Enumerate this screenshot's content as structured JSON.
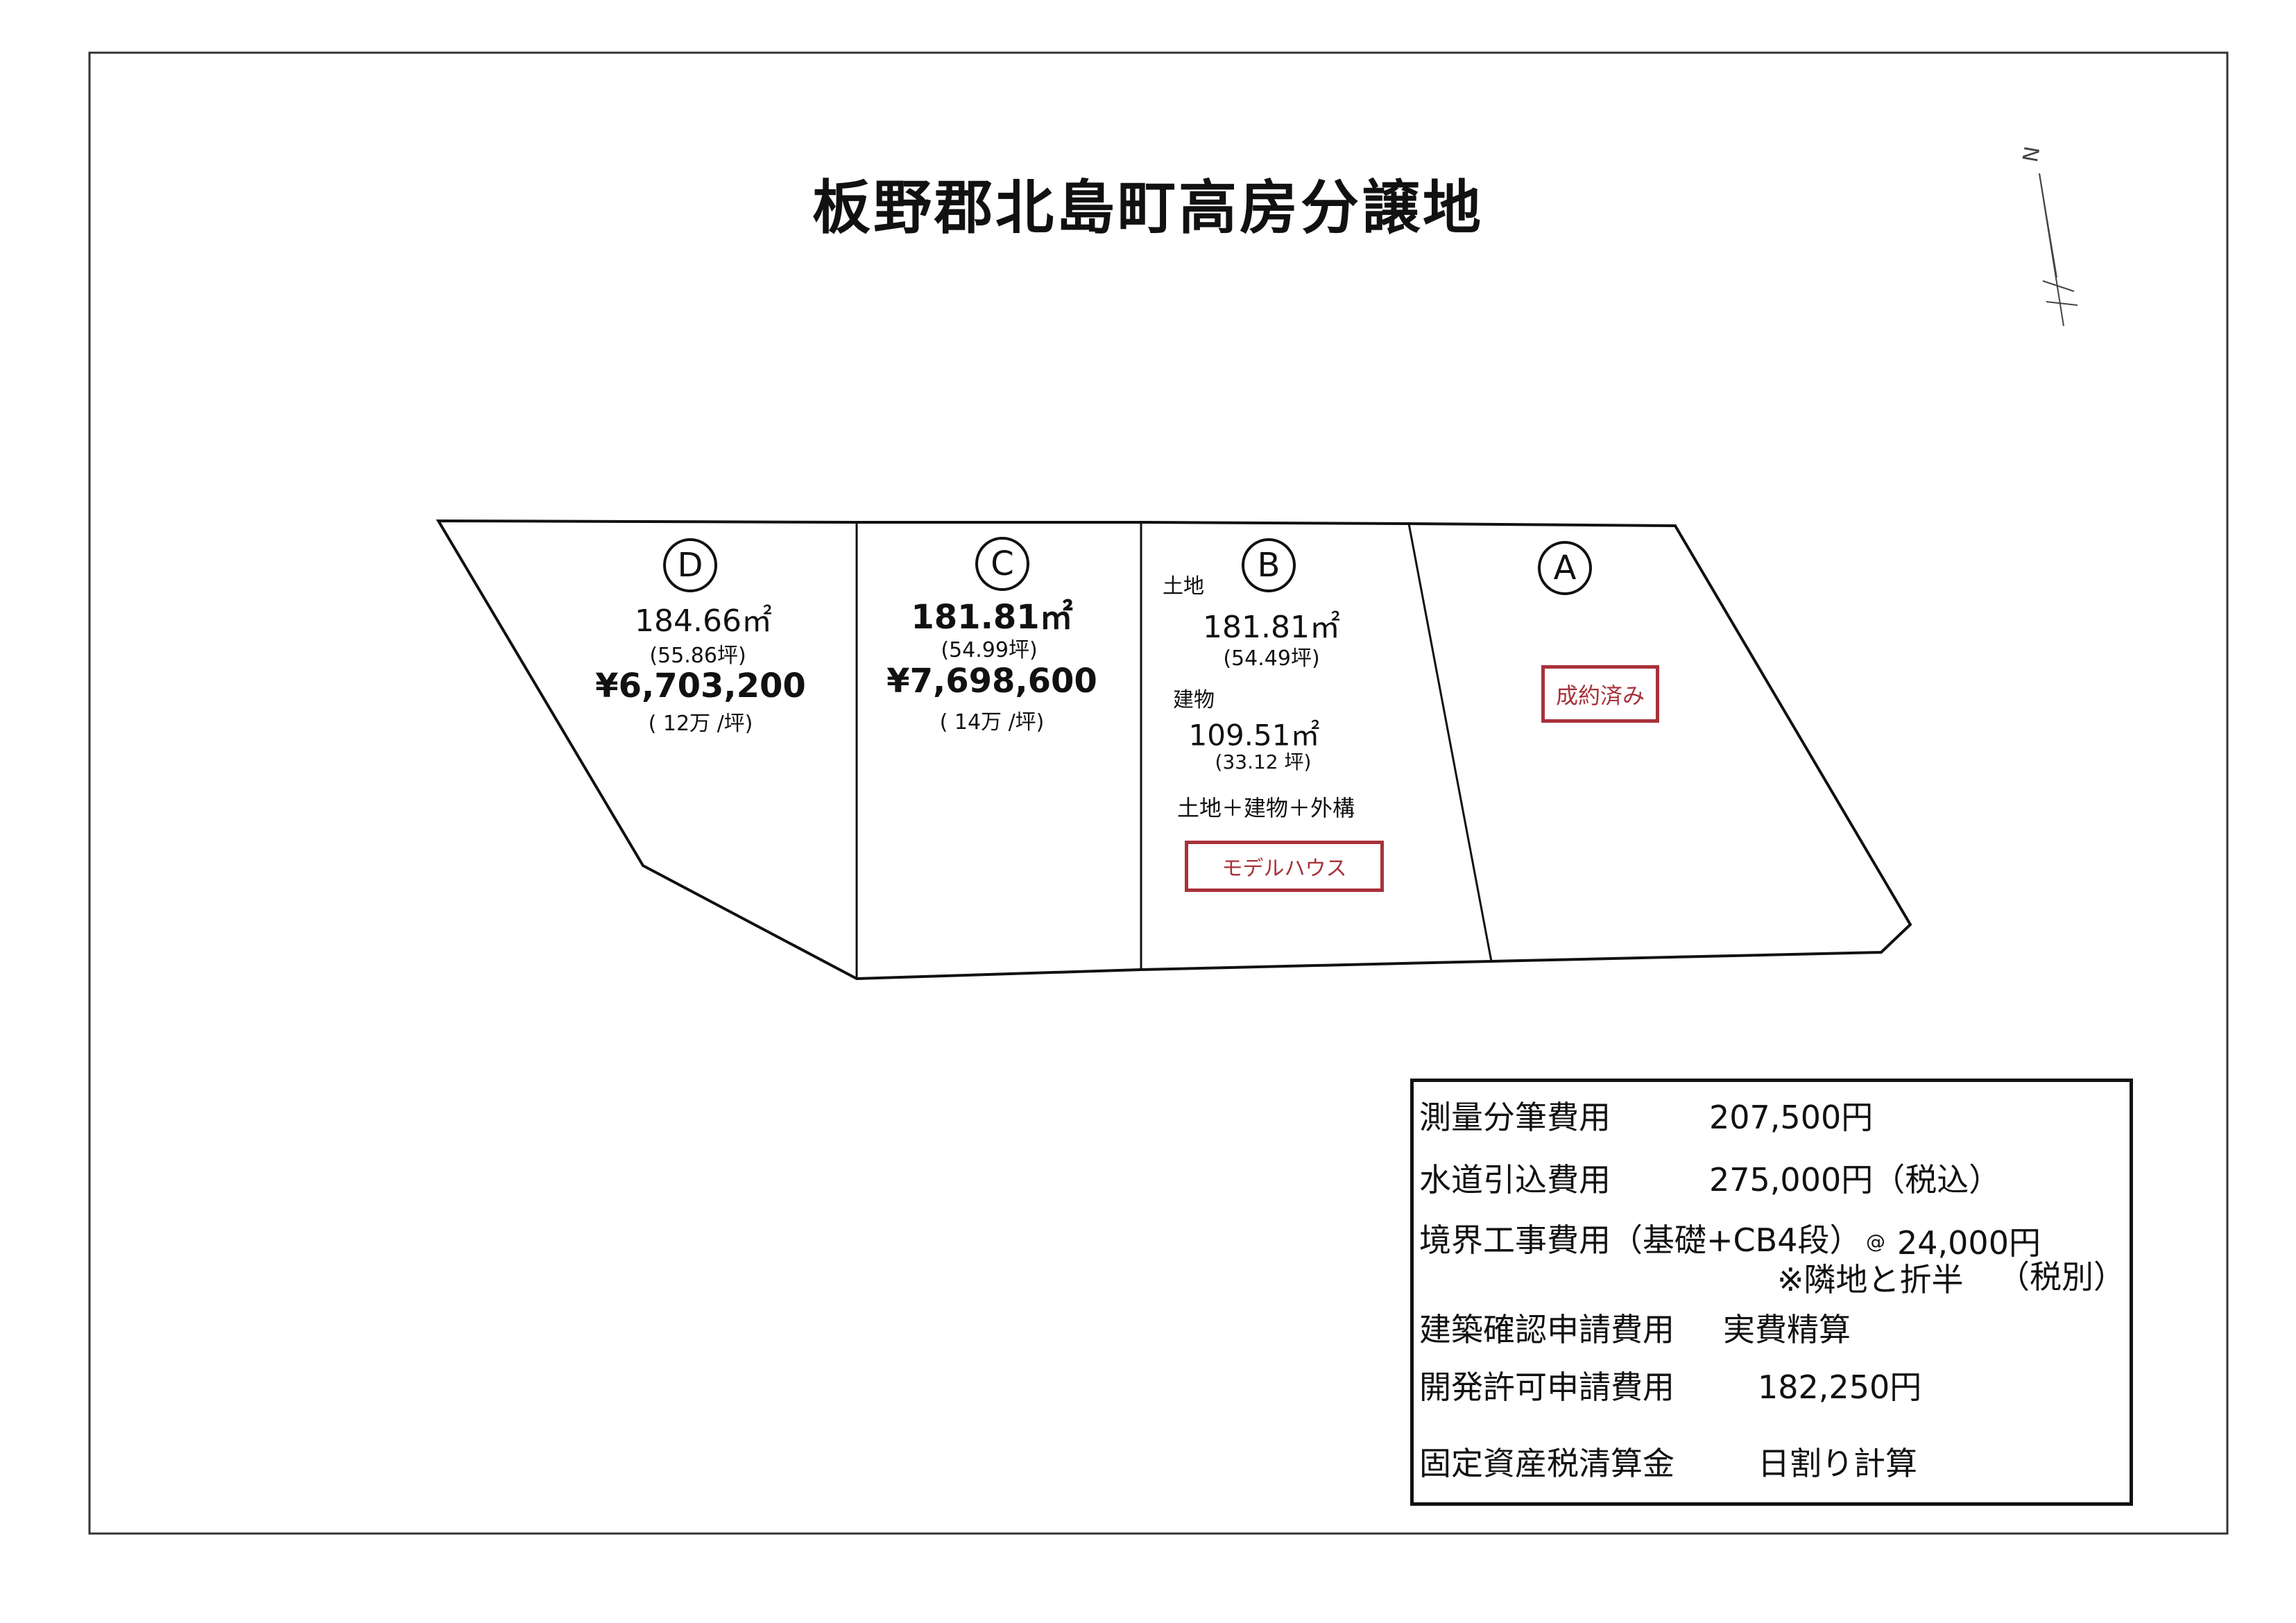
{
  "title": "板野郡北島町高房分譲地",
  "north_label": "N",
  "lots": {
    "D": {
      "label": "D",
      "area": "184.66㎡",
      "tsubo": "(55.86坪)",
      "price": "¥6,703,200",
      "unit_price": "( 12万 /坪)"
    },
    "C": {
      "label": "C",
      "area": "181.81㎡",
      "tsubo": "(54.99坪)",
      "price": "¥7,698,600",
      "unit_price": "( 14万 /坪)"
    },
    "B": {
      "label": "B",
      "land_label": "土地",
      "area": "181.81㎡",
      "tsubo": "(54.49坪)",
      "building_label": "建物",
      "building_area": "109.51㎡",
      "building_tsubo": "(33.12 坪)",
      "package": "土地＋建物＋外構",
      "badge": "モデルハウス"
    },
    "A": {
      "label": "A",
      "badge": "成約済み"
    }
  },
  "colors": {
    "badge": "#a8323a",
    "line": "#111111"
  },
  "costs": [
    {
      "label": "測量分筆費用",
      "value": "207,500円"
    },
    {
      "label": "水道引込費用",
      "value": "275,000円（税込）"
    },
    {
      "label": "境界工事費用（基礎+CB4段）",
      "value_prefix": "@",
      "value": "24,000円",
      "note": "※隣地と折半",
      "note2": "（税別）"
    },
    {
      "label": "建築確認申請費用",
      "value": "実費精算"
    },
    {
      "label": "開発許可申請費用",
      "value": "182,250円"
    },
    {
      "label": "固定資産税清算金",
      "value": "日割り計算"
    }
  ]
}
